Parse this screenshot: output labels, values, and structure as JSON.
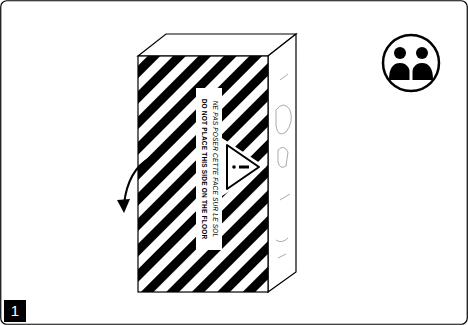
{
  "diagram": {
    "labels": [
      "DO NOT PLACE THIS SIDE ON THE FLOOR",
      "NE PAS POSER CETTE FACE SUR LE SOL",
      "1"
    ]
  }
}
